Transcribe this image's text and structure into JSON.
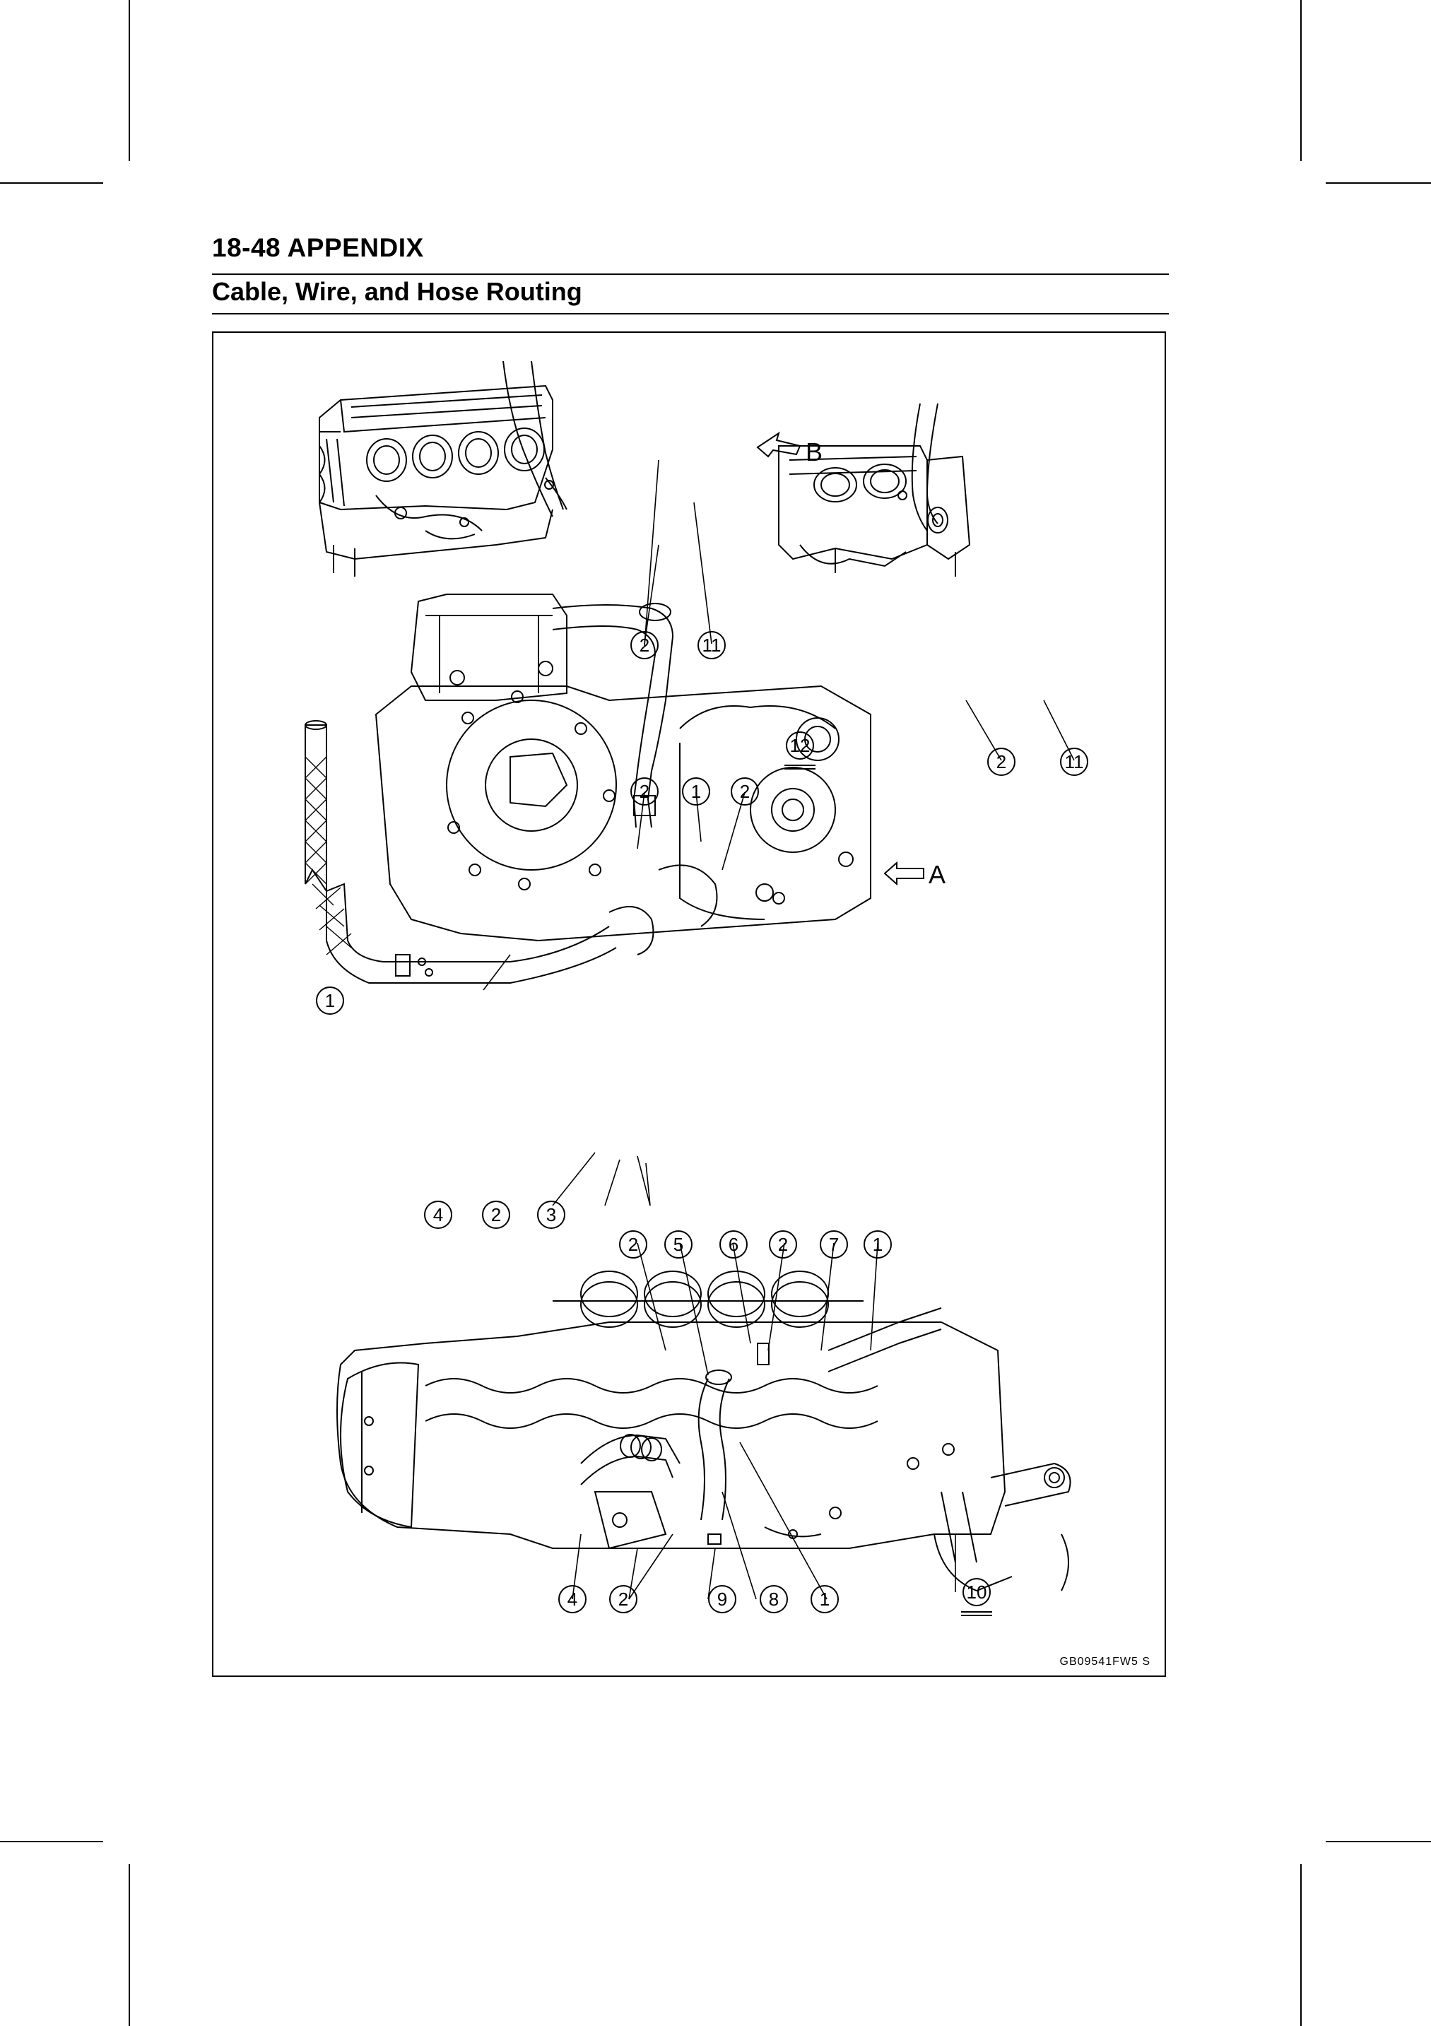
{
  "header": {
    "page_title": "18-48 APPENDIX",
    "section_title": "Cable, Wire, and Hose Routing"
  },
  "figure": {
    "code": "GB09541FW5  S",
    "view_arrows": {
      "a": "A",
      "b": "B"
    },
    "callouts_top_left": [
      "2",
      "11"
    ],
    "callouts_top_right": [
      "12",
      "2",
      "11"
    ],
    "callouts_middle_top": [
      "2",
      "1",
      "2"
    ],
    "callouts_middle_left": [
      "1"
    ],
    "callouts_middle_bottom": [
      "4",
      "2",
      "3"
    ],
    "callouts_bottom_top": [
      "2",
      "5",
      "6",
      "2",
      "7",
      "1"
    ],
    "callouts_bottom_bottom": [
      "4",
      "2",
      "9",
      "8",
      "1",
      "10"
    ]
  }
}
